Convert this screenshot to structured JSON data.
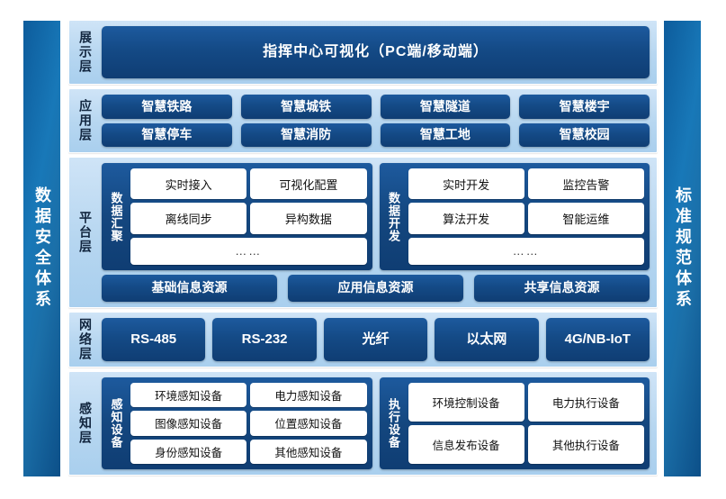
{
  "pillars": {
    "left": "数据安全体系",
    "right": "标准规范体系"
  },
  "colors": {
    "chip_dark_blue": "#14477F",
    "band_light_blue": "#B6D6F0",
    "pillar_blue": "#1878B8",
    "tile_white": "#FFFFFF"
  },
  "layers": {
    "presentation": {
      "name": "展示层",
      "banner": "指挥中心可视化（PC端/移动端）"
    },
    "application": {
      "name": "应用层",
      "items": [
        "智慧铁路",
        "智慧城铁",
        "智慧隧道",
        "智慧楼宇",
        "智慧停车",
        "智慧消防",
        "智慧工地",
        "智慧校园"
      ]
    },
    "platform": {
      "name": "平台层",
      "groups": [
        {
          "title": "数据汇聚",
          "tiles": [
            "实时接入",
            "可视化配置",
            "离线同步",
            "异构数据"
          ],
          "ellipsis": "……"
        },
        {
          "title": "数据开发",
          "tiles": [
            "实时开发",
            "监控告警",
            "算法开发",
            "智能运维"
          ],
          "ellipsis": "……"
        }
      ],
      "resources": [
        "基础信息资源",
        "应用信息资源",
        "共享信息资源"
      ]
    },
    "network": {
      "name": "网络层",
      "items": [
        "RS-485",
        "RS-232",
        "光纤",
        "以太网",
        "4G/NB-IoT"
      ]
    },
    "perception": {
      "name": "感知层",
      "groups": [
        {
          "title": "感知设备",
          "tiles": [
            "环境感知设备",
            "电力感知设备",
            "图像感知设备",
            "位置感知设备",
            "身份感知设备",
            "其他感知设备"
          ]
        },
        {
          "title": "执行设备",
          "tiles": [
            "环境控制设备",
            "电力执行设备",
            "信息发布设备",
            "其他执行设备"
          ]
        }
      ]
    }
  }
}
